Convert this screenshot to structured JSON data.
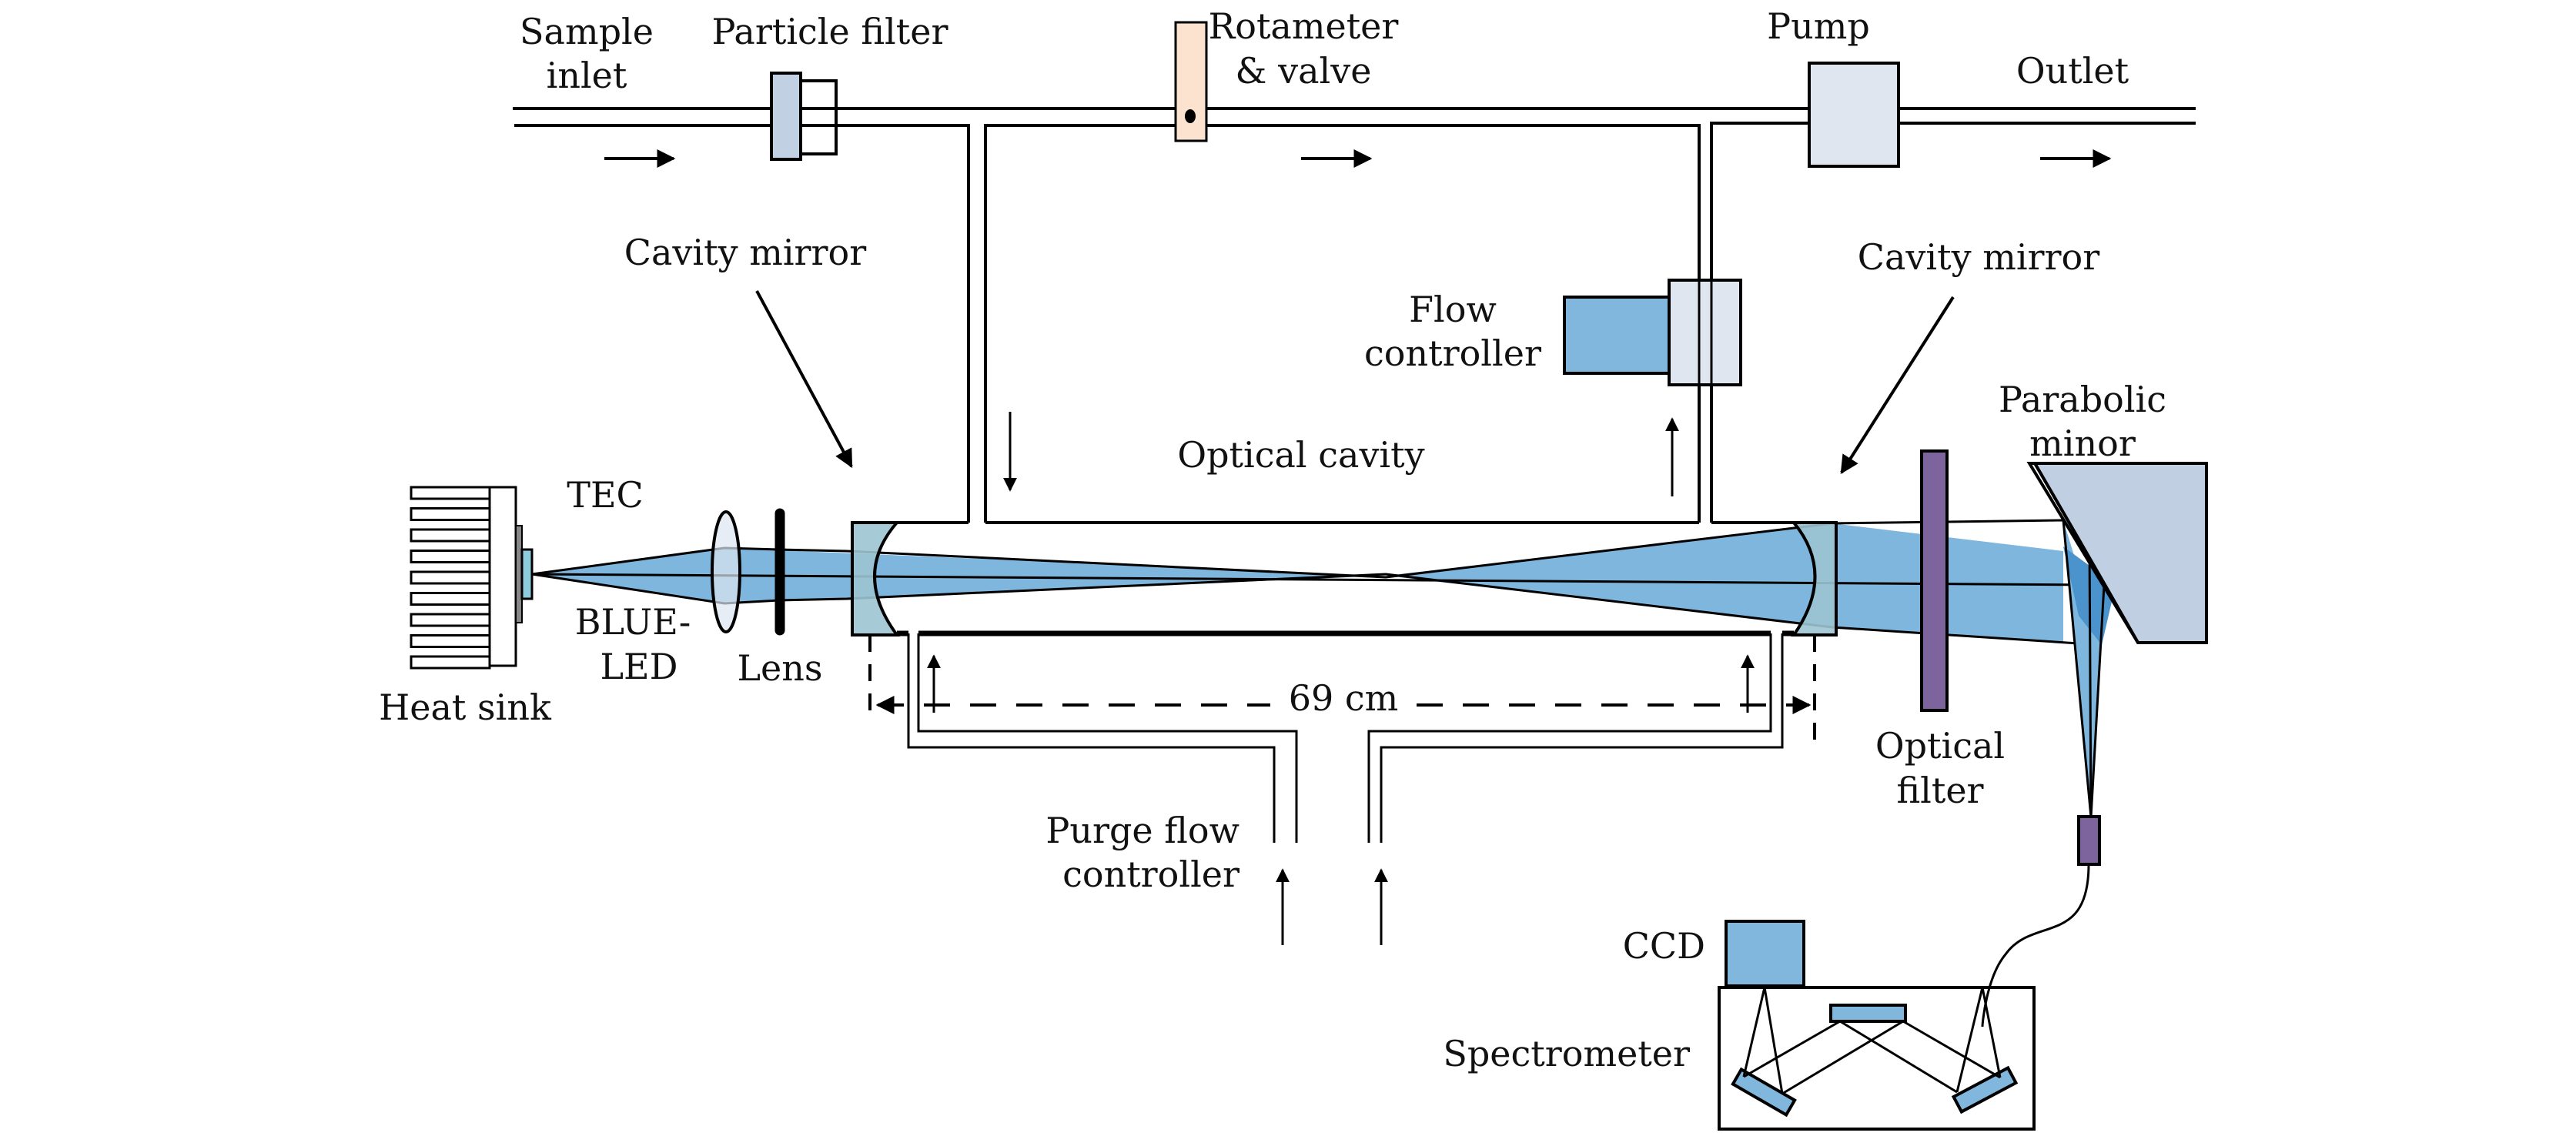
{
  "title": "Cavity-enhanced absorption spectroscopy setup",
  "labels": {
    "sample_inlet_1": "Sample",
    "sample_inlet_2": "inlet",
    "particle_filter": "Particle filter",
    "rotameter_1": "Rotameter",
    "rotameter_2": "& valve",
    "pump": "Pump",
    "outlet": "Outlet",
    "cavity_mirror_left": "Cavity mirror",
    "cavity_mirror_right": "Cavity mirror",
    "flow_controller_1": "Flow",
    "flow_controller_2": "controller",
    "optical_cavity": "Optical cavity",
    "parabolic_1": "Parabolic",
    "parabolic_2": "minor",
    "tec": "TEC",
    "blue_led_1": "BLUE-",
    "blue_led_2": "LED",
    "lens": "Lens",
    "heat_sink": "Heat sink",
    "distance": "69 cm",
    "optical_filter_1": "Optical",
    "optical_filter_2": "filter",
    "purge_1": "Purge flow",
    "purge_2": "controller",
    "ccd": "CCD",
    "spectrometer": "Spectrometer"
  },
  "colors": {
    "beam": "#7fb6dd",
    "beam_dark": "#4a93cc",
    "mirror": "#9cc4d1",
    "filter": "#7d649c",
    "particle_filter": "#c2d0e3",
    "rotameter": "#fbe3d0",
    "pump": "#dfe6f0",
    "flow_ctrl_blue": "#82b7dd",
    "flow_ctrl_light": "#dfe6f0",
    "parabolic": "#c0cfe2",
    "led": "#8ecbdc",
    "tec": "#888888",
    "lens": "#dde5ef",
    "ccd": "#82b7dd"
  }
}
